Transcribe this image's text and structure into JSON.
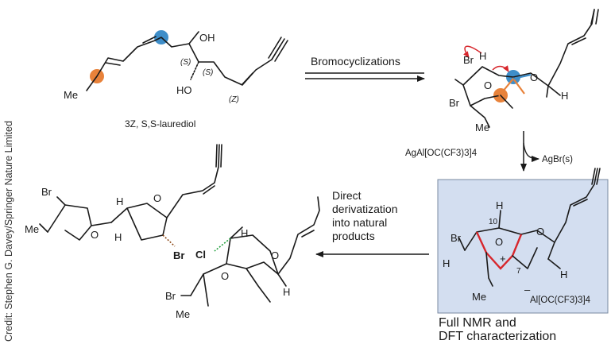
{
  "credit": "Credit: Stephen G. Davey/Springer Nature Limited",
  "colors": {
    "orange": "#e8823a",
    "blue": "#3e8ec9",
    "red": "#d7262c",
    "green": "#1f9e3a",
    "bromine": "#8b4513",
    "highlight_box": "#d3def0"
  },
  "start_material": {
    "name": "3Z, S,S-laurediol",
    "atom_labels": {
      "oh_top": "OH",
      "ho_bottom": "HO",
      "me": "Me",
      "s1": "(S)",
      "s2": "(S)",
      "z": "(Z)"
    }
  },
  "arrows": {
    "step1": "Bromocyclizations",
    "step2_reagent": "AgAl[OC(CF3)3]4",
    "step2_byproduct": "AgBr(s)",
    "step3_line1": "Direct",
    "step3_line2": "derivatization",
    "step3_line3": "into natural",
    "step3_line4": "products"
  },
  "intermediate": {
    "atom_labels": {
      "h": "H",
      "br_top": "Br",
      "o1": "O",
      "o2": "O",
      "br_left": "Br",
      "me": "Me",
      "h_right": "H"
    }
  },
  "oxonium": {
    "atom_labels": {
      "br": "Br",
      "h_left": "H",
      "h_top": "H",
      "num10": "10",
      "o_top": "O",
      "o_center": "O",
      "plus": "+",
      "num7": "7",
      "h_right": "H",
      "me": "Me",
      "minus": "–",
      "counterion": "Al[OC(CF3)3]4"
    },
    "caption_line1": "Full NMR and",
    "caption_line2": "DFT characterization"
  },
  "product1": {
    "atom_labels": {
      "br_top": "Br",
      "me": "Me",
      "h1": "H",
      "o1": "O",
      "o2": "O",
      "h2": "H",
      "br_red": "Br"
    }
  },
  "product2": {
    "atom_labels": {
      "cl": "Cl",
      "h_top": "H",
      "o1": "O",
      "o2": "O",
      "br": "Br",
      "me": "Me",
      "h_right": "H"
    }
  }
}
